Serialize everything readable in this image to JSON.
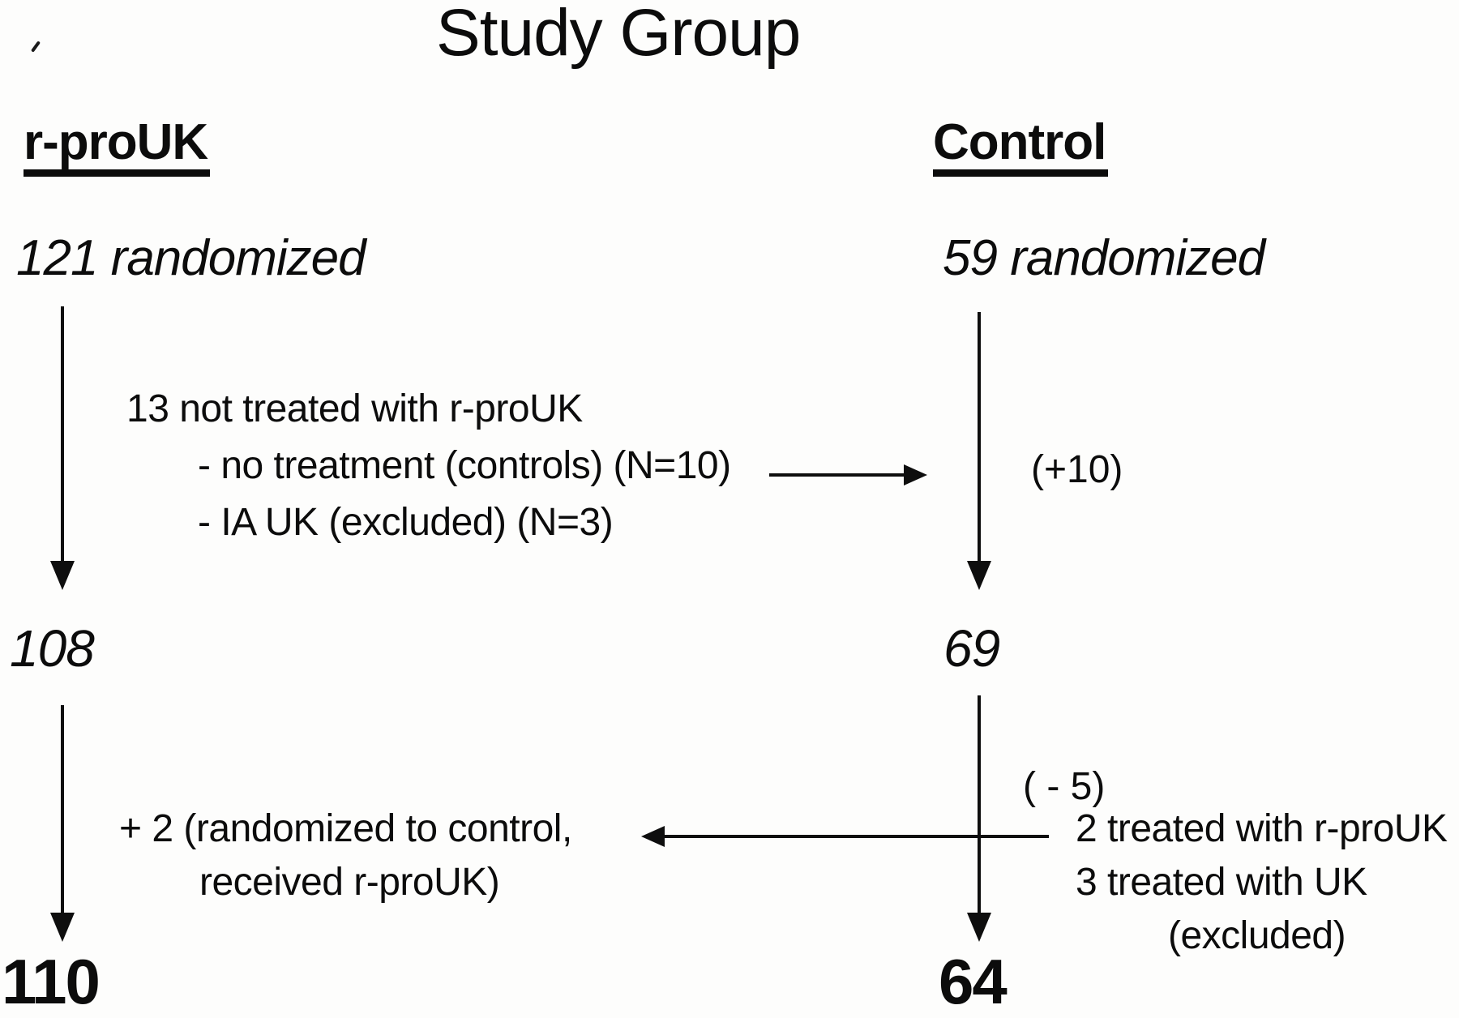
{
  "title": "Study Group",
  "left_column": {
    "header": "r-proUK",
    "randomized": "121 randomized",
    "interim_count": "108",
    "final_count": "110"
  },
  "right_column": {
    "header": "Control",
    "randomized": "59 randomized",
    "interim_count": "69",
    "final_count": "64"
  },
  "not_treated_block": {
    "heading": "13 not treated with r-proUK",
    "item1": "- no treatment (controls) (N=10)",
    "item2": "- IA UK (excluded) (N=3)"
  },
  "control_gain_label": "(+10)",
  "crossover_block": {
    "line1": "+ 2 (randomized to control,",
    "line2": "received r-proUK)"
  },
  "control_loss_block": {
    "label": "( - 5)",
    "item1": "2 treated with r-proUK",
    "item2": "3 treated with UK",
    "item3": "(excluded)"
  }
}
